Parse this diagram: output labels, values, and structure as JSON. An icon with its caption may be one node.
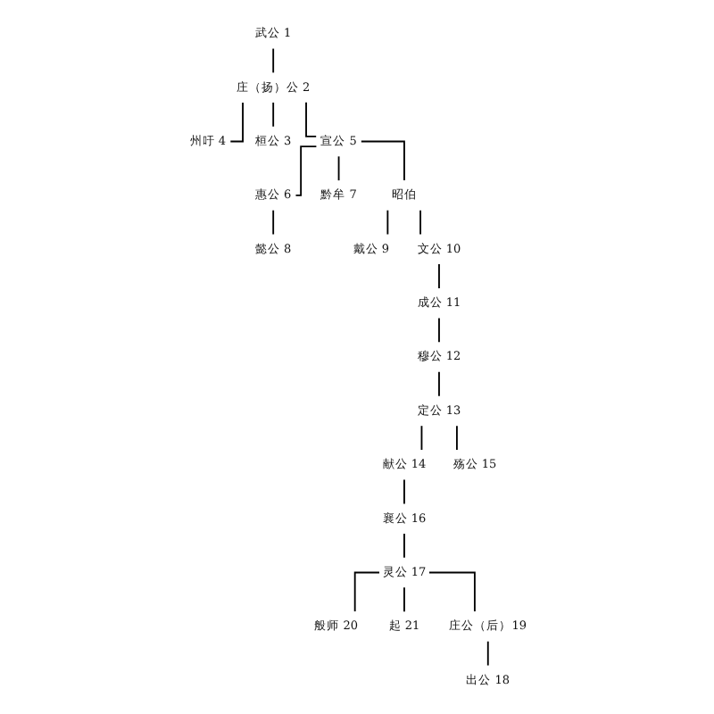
{
  "diagram": {
    "nodes": [
      {
        "text": [
          "武公 1"
        ]
      },
      {
        "text": [
          "庄（扬）公 2"
        ]
      },
      {
        "text": [
          "州吁 4"
        ]
      },
      {
        "text": [
          "桓公 3"
        ]
      },
      {
        "text": [
          "宣公 5"
        ]
      },
      {
        "text": [
          "惠公 6"
        ]
      },
      {
        "text": [
          "黔牟 7"
        ]
      },
      {
        "text": [
          "昭伯"
        ]
      },
      {
        "text": [
          "懿公 8"
        ]
      },
      {
        "text": [
          "戴公 9"
        ]
      },
      {
        "text": [
          "文公 10"
        ]
      },
      {
        "text": [
          "成公 11"
        ]
      },
      {
        "text": [
          "穆公 12"
        ]
      },
      {
        "text": [
          "定公 13"
        ]
      },
      {
        "text": [
          "献公 14"
        ]
      },
      {
        "text": [
          "殇公 15"
        ]
      },
      {
        "text": [
          "襄公 16"
        ]
      },
      {
        "text": [
          "灵公 17"
        ]
      },
      {
        "text": [
          "般师 20"
        ]
      },
      {
        "text": [
          "起 21"
        ]
      },
      {
        "text": [
          "庄公（后）19"
        ]
      },
      {
        "text": [
          "出公 18"
        ]
      }
    ],
    "edges": [
      {
        "from": 0,
        "to": 1,
        "arrow": "none"
      },
      {
        "from": 1,
        "to": 2,
        "arrow": "none"
      },
      {
        "from": 1,
        "to": 3,
        "arrow": "none"
      },
      {
        "from": 1,
        "to": 4,
        "arrow": "none"
      },
      {
        "from": 4,
        "to": 5,
        "arrow": "none"
      },
      {
        "from": 4,
        "to": 6,
        "arrow": "none"
      },
      {
        "from": 4,
        "to": 7,
        "arrow": "none"
      },
      {
        "from": 5,
        "to": 8,
        "arrow": "none"
      },
      {
        "from": 7,
        "to": 9,
        "arrow": "none"
      },
      {
        "from": 7,
        "to": 10,
        "arrow": "none"
      },
      {
        "from": 10,
        "to": 11,
        "arrow": "none"
      },
      {
        "from": 11,
        "to": 12,
        "arrow": "none"
      },
      {
        "from": 12,
        "to": 13,
        "arrow": "none"
      },
      {
        "from": 13,
        "to": 14,
        "arrow": "none"
      },
      {
        "from": 13,
        "to": 15,
        "arrow": "none"
      },
      {
        "from": 14,
        "to": 16,
        "arrow": "none"
      },
      {
        "from": 16,
        "to": 17,
        "arrow": "none"
      },
      {
        "from": 17,
        "to": 18,
        "arrow": "none"
      },
      {
        "from": 17,
        "to": 19,
        "arrow": "none"
      },
      {
        "from": 17,
        "to": 20,
        "arrow": "none"
      },
      {
        "from": 20,
        "to": 21,
        "arrow": "none"
      }
    ]
  }
}
